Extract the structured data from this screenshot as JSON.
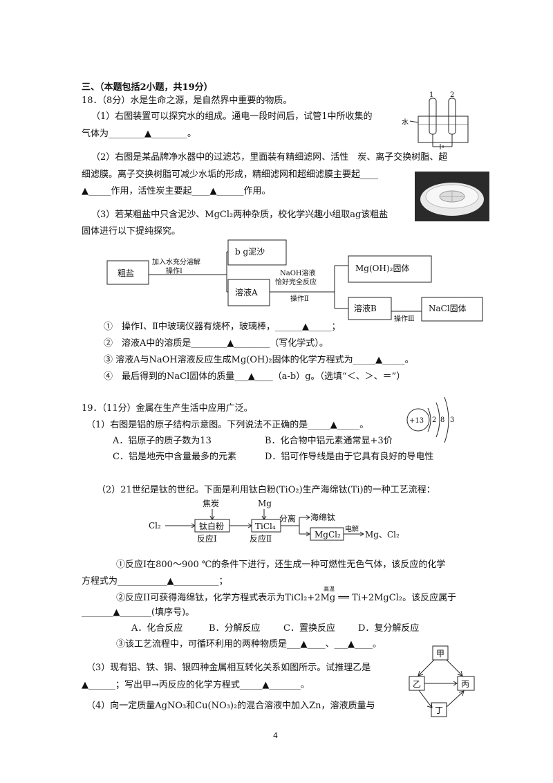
{
  "section_title": "三、（本题包括2小题，共19分）",
  "q18": {
    "stem": "18．（8分）水是生命之源，是自然界中重要的物质。",
    "p1_line1": "（1）右图装置可以探究水的组成。通电一段时间后，试管1中所收集的",
    "p1_line2": "气体为________▲________。",
    "p2_line1": "（2）右图是某品牌净水器中的过滤芯，里面装有精细滤网、活性　炭、离子交换树脂、超",
    "p2_line2": "细滤膜。离子交换树脂可减少水垢的形成，精细滤网和超细滤膜主要起____",
    "p2_line3": "▲_____作用，活性炭主要起____▲______作用。",
    "p3_line1": "（3）若某粗盐中只含泥沙、MgCl₂两种杂质，校化学兴趣小组取ag该粗盐",
    "p3_line2": "固体进行以下提纯探究。",
    "apparatus": {
      "tube1": "1",
      "tube2": "2",
      "water": "水"
    },
    "flow": {
      "crude": "粗盐",
      "step1_top": "加入水充分溶解",
      "step1_bottom": "操作Ⅰ",
      "sand": "b g泥沙",
      "solutionA": "溶液A",
      "step2_line1": "NaOH溶液",
      "step2_line2": "恰好完全反应",
      "step2_line3": "操作Ⅱ",
      "mgoh2": "Mg(OH)₂固体",
      "solutionB": "溶液B",
      "step3": "操作Ⅲ",
      "nacl": "NaCl固体"
    },
    "items": [
      "①　操作Ⅰ、Ⅱ中玻璃仪器有烧杯，玻璃棒，______▲_____；",
      "②　溶液A中的溶质是________▲________（写化学式）。",
      "③ 溶液A与NaOH溶液反应生成Mg(OH)₂固体的化学方程式为_____▲_____。",
      "④　最后得到的NaCl固体的质量___▲____（a-b）g。（选填“＜、＞、＝”）"
    ]
  },
  "q19": {
    "stem": "19．（11分）金属在生产生活中应用广泛。",
    "p1": "（1）右图是铝的原子结构示意图。下列说法不正确的是_____▲_____。",
    "options1": [
      "A．铝原子的质子数为13",
      "B．化合物中铝元素通常显+3价",
      "C．铝是地壳中含量最多的元素",
      "D．铝可作导线是由于它具有良好的导电性"
    ],
    "atom": {
      "nucleus": "+13",
      "e1": "2",
      "e2": "8",
      "e3": "3"
    },
    "p2": "（2）21世纪是钛的世纪。下面是利用钛白粉(TiO₂)生产海绵钛(Ti)的一种工艺流程：",
    "process": {
      "cl2": "Cl₂",
      "coke": "焦炭",
      "tio2": "钛白粉",
      "r1": "反应Ⅰ",
      "mg": "Mg",
      "ticl4": "TiCl₄",
      "r2": "反应Ⅱ",
      "sep": "分离",
      "sponge": "海绵钛",
      "mgcl2": "MgCl₂",
      "elec": "电解",
      "products": "Mg、Cl₂"
    },
    "sub1_line1": "①反应Ⅰ在800～900 ℃的条件下进行，还生成一种可燃性无色气体，该反应的化学",
    "sub1_line2": "方程式为___________▲__________；",
    "sub2_line1": "②反应II可获得海绵钛，化学方程式表示为TiCl₂+2Mg ══ Ti+2MgCl₂。该反应属于",
    "sub2_cond": "高温",
    "sub2_line2": "_______▲_______(填序号)。",
    "options2": [
      "A．化合反应",
      "B．分解反应",
      "C．置换反应",
      "D．复分解反应"
    ],
    "sub3": "③该工艺流程中，可循环利用的两种物质是___▲____、___▲____。",
    "p3_line1": "（3）现有铝、铁、铜、银四种金属相互转化关系如图所示。试推理乙是",
    "p3_line2": "▲______；写出甲→丙反应的化学方程式_____▲_______。",
    "p4": "（4）向一定质量AgNO₃和Cu(NO₃)₂的混合溶液中加入Zn，溶液质量与",
    "cycle": {
      "jia": "甲",
      "yi": "乙",
      "bing": "丙",
      "ding": "丁"
    }
  },
  "page_number": "4"
}
